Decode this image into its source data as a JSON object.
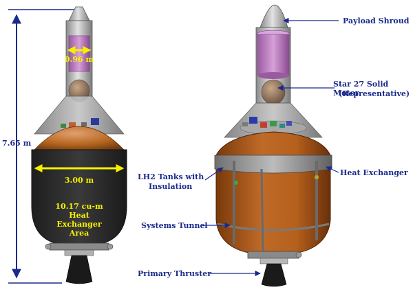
{
  "figure": {
    "left_vehicle": {
      "overall_height": "7.65 m",
      "shroud_diameter": "0.96 m",
      "tank_diameter": "3.00 m",
      "volume_line1": "10.17 cu-m",
      "volume_line2": "Heat",
      "volume_line3": "Exchanger",
      "volume_line4": "Area"
    },
    "right_vehicle_labels": {
      "payload_shroud": "Payload Shroud",
      "star27_line1": "Star 27 Solid Motor",
      "star27_line2": "(Representative)",
      "heat_exchanger": "Heat Exchanger",
      "lh2_line1": "LH2 Tanks with",
      "lh2_line2": "Insulation",
      "systems_tunnel": "Systems Tunnel",
      "primary_thruster": "Primary Thruster"
    }
  },
  "colors": {
    "label_blue": "#1a2a8c",
    "dimension_yellow": "#f5f000",
    "tank_copper": "#b5651d",
    "insulation_dark": "#2e2e2e",
    "shroud_gray": "#b8b8b8",
    "motor_purple": "#b070b8"
  }
}
